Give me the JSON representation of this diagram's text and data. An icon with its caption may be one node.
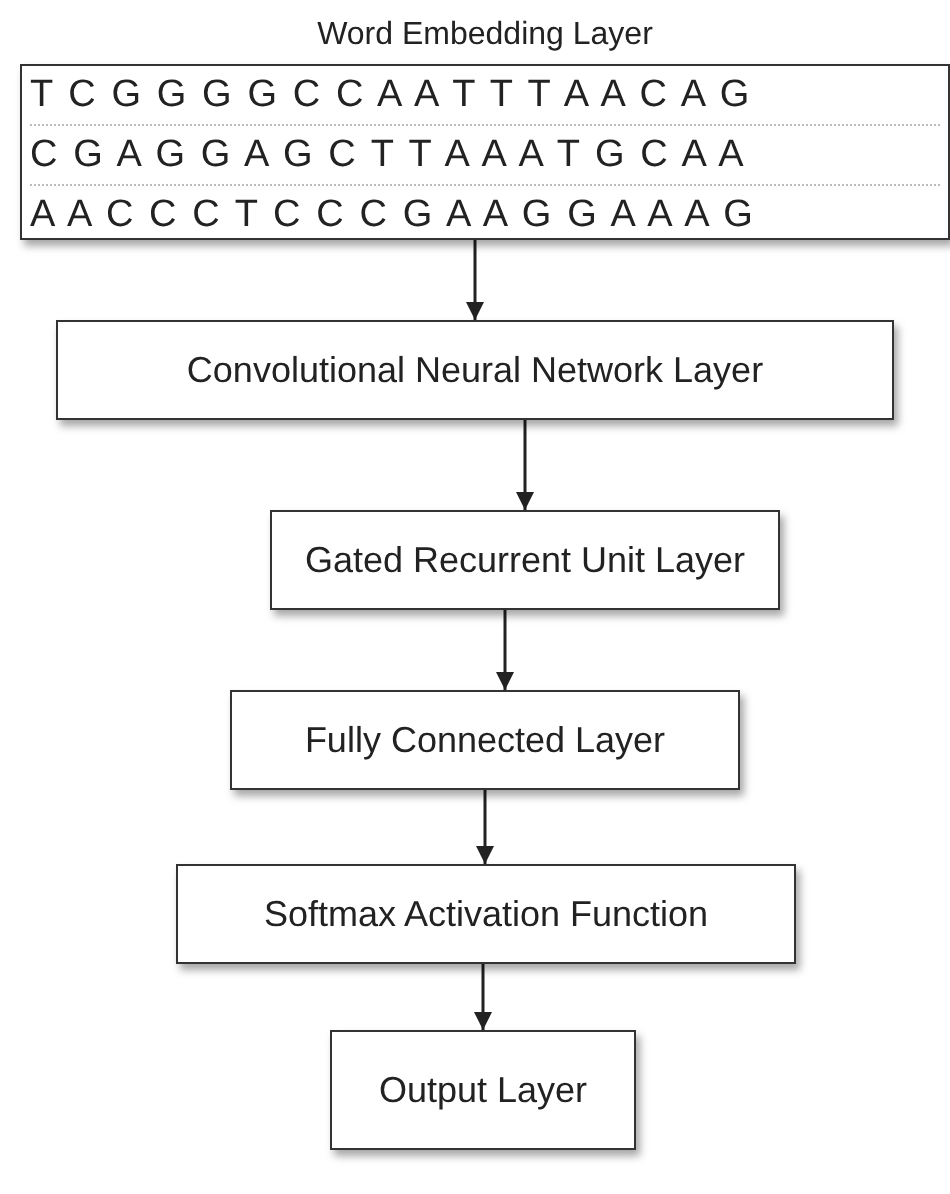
{
  "diagram": {
    "nodes": [
      {
        "text": [
          "Word Embedding Layer",
          "T C G G G G C C A A T T T A A C A G",
          "C G A G G A G C T T A A A T G C A A",
          "A A C C C T C C C G A A G G A A A G"
        ]
      },
      {
        "text": [
          "Convolutional Neural Network Layer"
        ]
      },
      {
        "text": [
          "Gated Recurrent Unit Layer"
        ]
      },
      {
        "text": [
          "Fully Connected Layer"
        ]
      },
      {
        "text": [
          "Softmax Activation Function"
        ]
      },
      {
        "text": [
          "Output Layer"
        ]
      }
    ],
    "edges": [
      {
        "from": 0,
        "to": 1,
        "arrow": "to"
      },
      {
        "from": 1,
        "to": 2,
        "arrow": "to"
      },
      {
        "from": 2,
        "to": 3,
        "arrow": "to"
      },
      {
        "from": 3,
        "to": 4,
        "arrow": "to"
      },
      {
        "from": 4,
        "to": 5,
        "arrow": "to"
      }
    ]
  }
}
